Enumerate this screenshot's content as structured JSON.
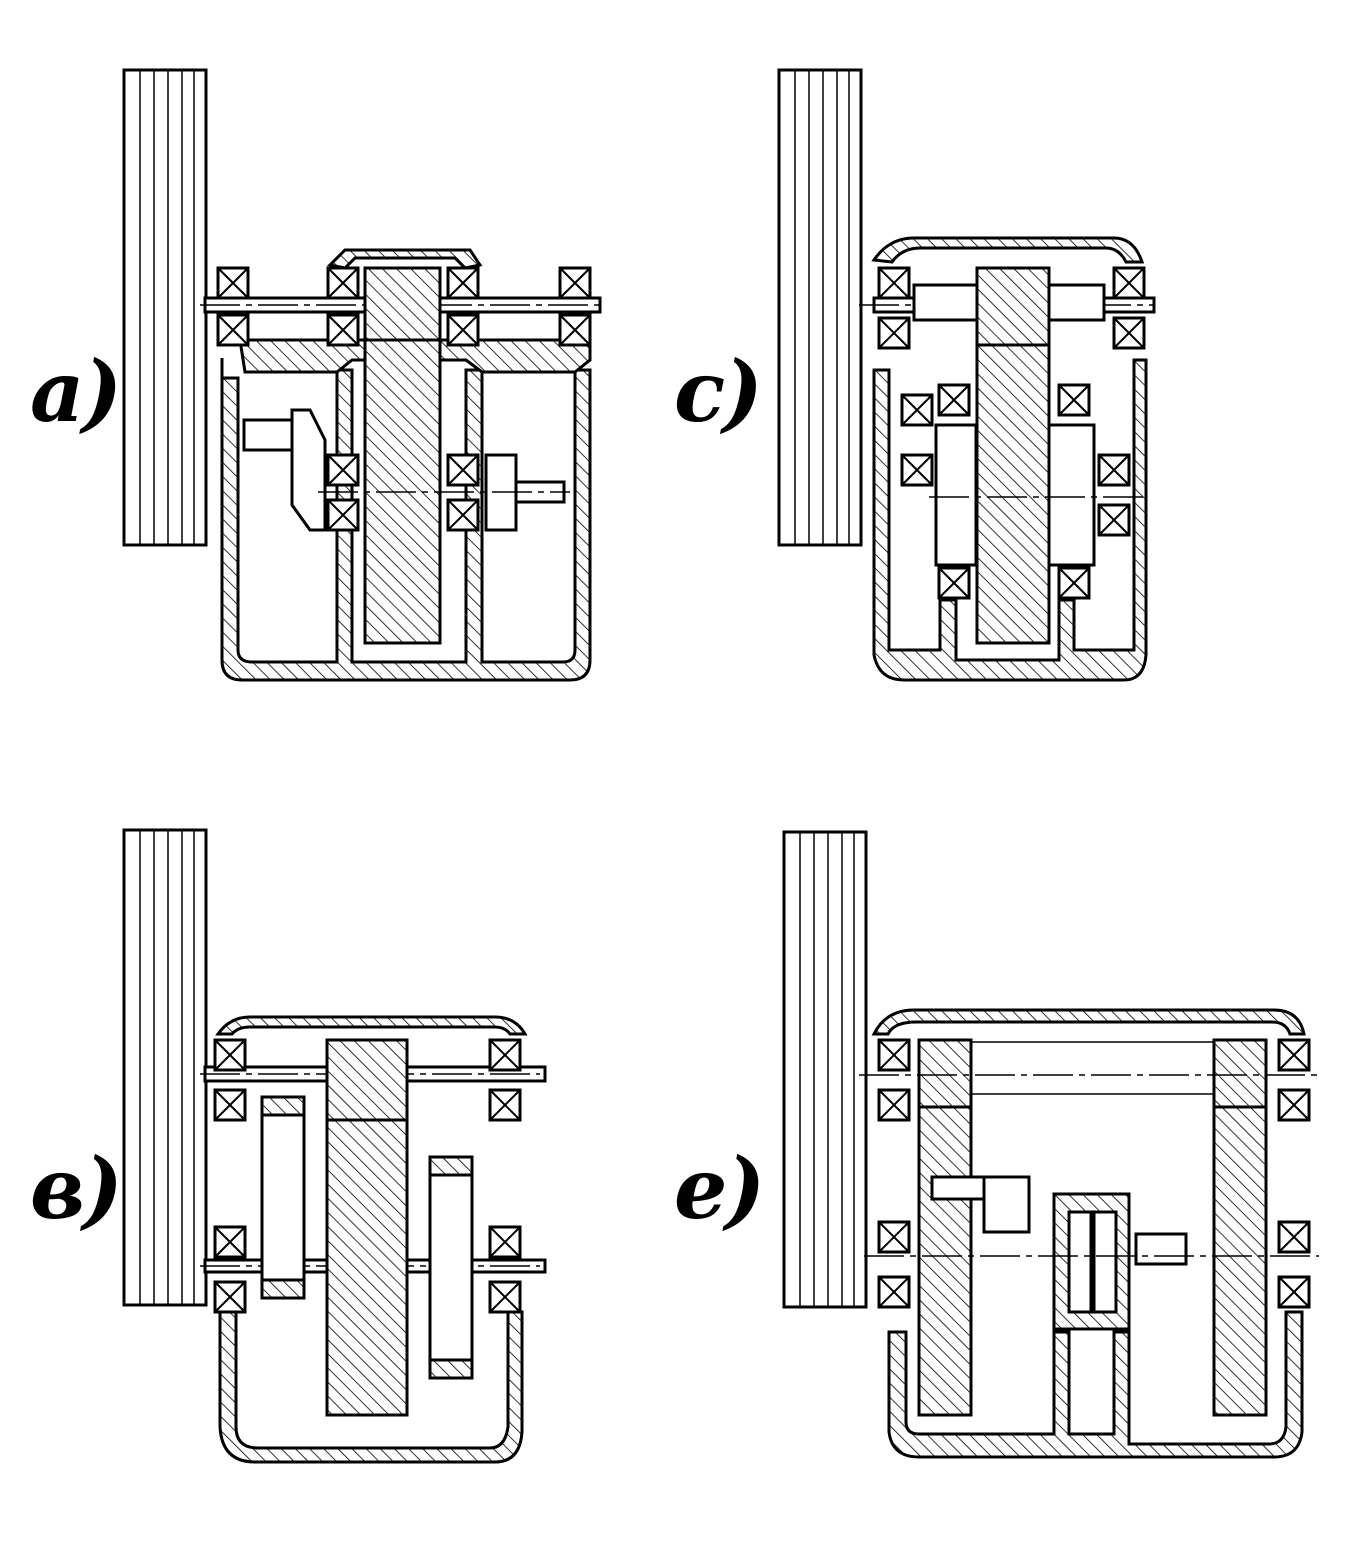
{
  "panels": [
    {
      "id": "a",
      "label": "a)"
    },
    {
      "id": "c",
      "label": "c)"
    },
    {
      "id": "b",
      "label": "в)"
    },
    {
      "id": "e",
      "label": "e)"
    }
  ]
}
